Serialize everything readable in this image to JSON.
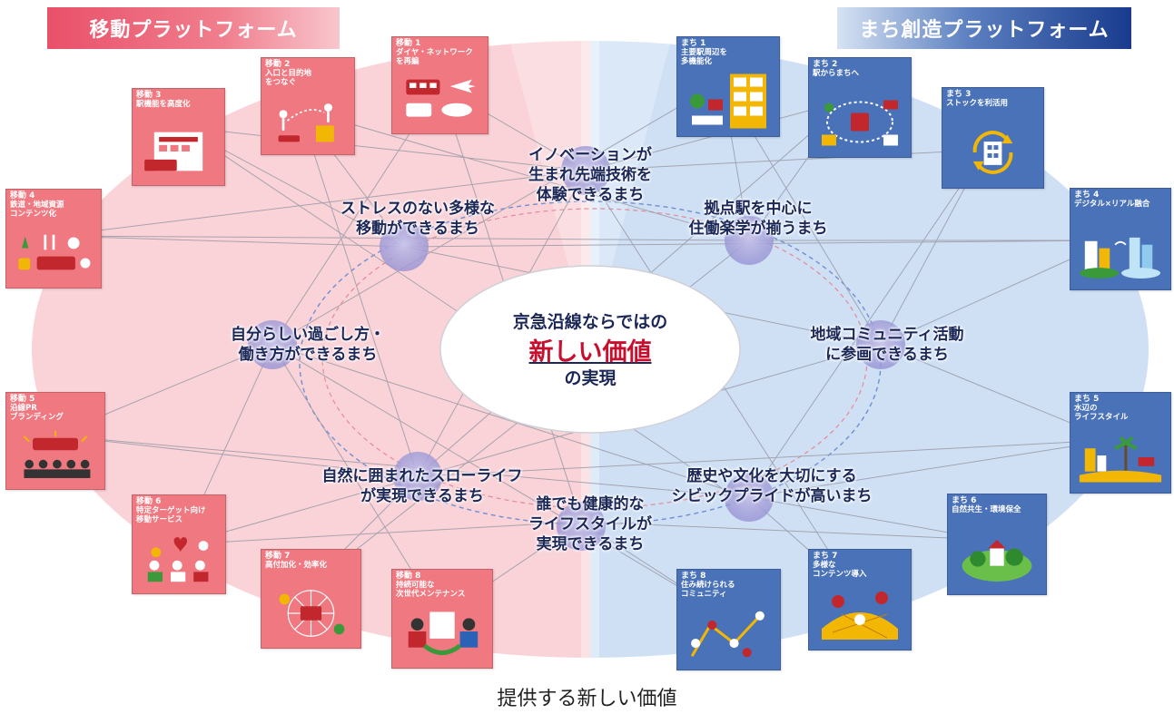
{
  "platforms": {
    "left": "移動プラットフォーム",
    "right": "まち創造プラットフォーム"
  },
  "center": {
    "line1": "京急沿線ならではの",
    "line2": "新しい価値",
    "line3": "の実現"
  },
  "themes": {
    "innovation": "イノベーションが\n生まれ先端技術を\n体験できるまち",
    "stressless": "ストレスのない多様な\n移動ができるまち",
    "hub": "拠点駅を中心に\n住働楽学が揃うまち",
    "selfstyle": "自分らしい過ごし方・\n働き方ができるまち",
    "community": "地域コミュニティ活動\nに参画できるまち",
    "slowlife": "自然に囲まれたスローライフ\nが実現できるまち",
    "civic": "歴史や文化を大切にする\nシビックプライドが高いまち",
    "health": "誰でも健康的な\nライフスタイルが\n実現できるまち"
  },
  "ido_tiles": {
    "t1": {
      "id": "移動 1",
      "label": "ダイヤ・ネットワーク\nを再編"
    },
    "t2": {
      "id": "移動 2",
      "label": "入口と目的地\nをつなぐ"
    },
    "t3": {
      "id": "移動 3",
      "label": "駅機能を高度化"
    },
    "t4": {
      "id": "移動 4",
      "label": "鉄道・地域資源\nコンテンツ化"
    },
    "t5": {
      "id": "移動 5",
      "label": "沿線PR\nブランディング"
    },
    "t6": {
      "id": "移動 6",
      "label": "特定ターゲット向け\n移動サービス"
    },
    "t7": {
      "id": "移動 7",
      "label": "高付加化・効率化"
    },
    "t8": {
      "id": "移動 8",
      "label": "持続可能な\n次世代メンテナンス"
    }
  },
  "machi_tiles": {
    "t1": {
      "id": "まち 1",
      "label": "主要駅周辺を\n多機能化"
    },
    "t2": {
      "id": "まち 2",
      "label": "駅からまちへ"
    },
    "t3": {
      "id": "まち 3",
      "label": "ストックを利活用"
    },
    "t4": {
      "id": "まち 4",
      "label": "デジタル×リアル融合"
    },
    "t5": {
      "id": "まち 5",
      "label": "水辺の\nライフスタイル"
    },
    "t6": {
      "id": "まち 6",
      "label": "自然共生・環境保全"
    },
    "t7": {
      "id": "まち 7",
      "label": "多様な\nコンテンツ導入"
    },
    "t8": {
      "id": "まち 8",
      "label": "住み続けられる\nコミュニティ"
    }
  },
  "caption": "提供する新しい価値",
  "colors": {
    "ido_tile": "#f07880",
    "machi_tile": "#4a72b8",
    "left_area": "#f9d3d8",
    "right_area": "#cfe0f5",
    "theme_text": "#1b2757",
    "accent_red": "#c8102e"
  }
}
